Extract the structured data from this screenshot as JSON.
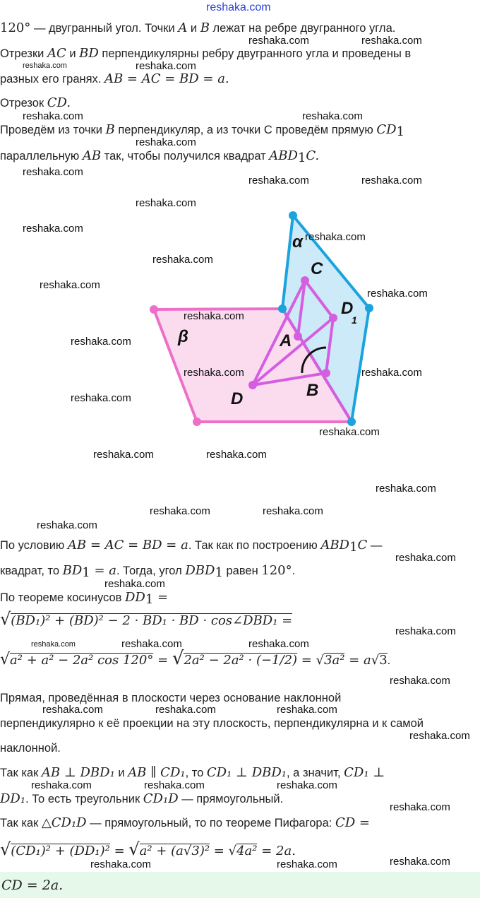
{
  "site": "reshaka.com",
  "watermark": "reshaka.com",
  "lines": {
    "l1": {
      "a": "120°",
      "b": " — двугранный угол. Точки ",
      "c": "A",
      "d": " и ",
      "e": "B",
      "f": " лежат на ребре двугранного угла."
    },
    "l2": {
      "a": "Отрезки ",
      "b": "AC",
      "c": " и ",
      "d": "BD",
      "e": " перпендикулярны ребру двугранного угла и проведены в"
    },
    "l3": {
      "a": "разных его гранях. ",
      "b": "AB = AC = BD = a."
    },
    "l4": {
      "a": "Отрезок ",
      "b": "CD."
    },
    "l5": {
      "a": "Проведём из точки ",
      "b": "B",
      "c": " перпендикуляр, а из точки C проведём прямую ",
      "d": "CD",
      "e": "1"
    },
    "l6": {
      "a": "параллельную ",
      "b": "AB",
      "c": " так, чтобы получился квадрат ",
      "d": "ABD",
      "e": "1",
      "f": "C."
    },
    "l7": {
      "a": "По условию ",
      "b": "AB = AC = BD = a",
      "c": ". Так как по построению ",
      "d": "ABD",
      "e": "1",
      "f": "C",
      "g": " —"
    },
    "l8": {
      "a": "квадрат, то ",
      "b": "BD",
      "c": "1",
      "d": " = a",
      "e": ". Тогда, угол ",
      "f": "DBD",
      "g": "1",
      "h": " равен ",
      "i": "120°",
      "j": "."
    },
    "l9": {
      "a": "По теореме косинусов ",
      "b": "DD",
      "c": "1",
      "d": " ="
    },
    "l10": "(BD₁)² + (BD)² − 2 · BD₁ · BD · cos∠DBD₁ =",
    "l11": {
      "a": "a² + a² − 2a² cos 120°",
      "b": " = ",
      "c": "2a² − 2a² · (−1/2)",
      "d": " = ",
      "e": "3a²",
      "f": " = a",
      "g": "3",
      "h": "."
    },
    "l12": "Прямая, проведённая в плоскости через основание наклонной",
    "l13": "перпендикулярно к её проекции на эту плоскость, перпендикулярна и к самой",
    "l14": "наклонной.",
    "l15": {
      "a": "Так как ",
      "b": "AB ⊥ DBD₁",
      "c": " и ",
      "d": "AB ∥ CD₁",
      "e": ", то ",
      "f": "CD₁ ⊥ DBD₁",
      "g": ", а значит, ",
      "h": "CD₁ ⊥"
    },
    "l16": {
      "a": "DD₁",
      "b": ". То есть треугольник ",
      "c": "CD₁D",
      "d": " — прямоугольный."
    },
    "l17": {
      "a": "Так как ",
      "b": "△CD₁D",
      "c": " — прямоугольный, то по теореме Пифагора: ",
      "d": "CD ="
    },
    "l18": {
      "a": "(CD₁)² + (DD₁)²",
      "b": " = ",
      "c": "a² + (a√3)²",
      "d": " = ",
      "e": "4a²",
      "f": " = 2a."
    },
    "answer": "CD = 2a."
  },
  "diagram": {
    "alpha": "α",
    "beta": "β",
    "C": "C",
    "A": "A",
    "B": "B",
    "D": "D",
    "D1": "D",
    "D1sub": "1",
    "colors": {
      "alpha_fill": "#cdeaf8",
      "alpha_stroke": "#1aa3dd",
      "beta_fill": "#fbdcef",
      "beta_stroke": "#ee6fc8",
      "inner": "#d45ee0"
    }
  }
}
